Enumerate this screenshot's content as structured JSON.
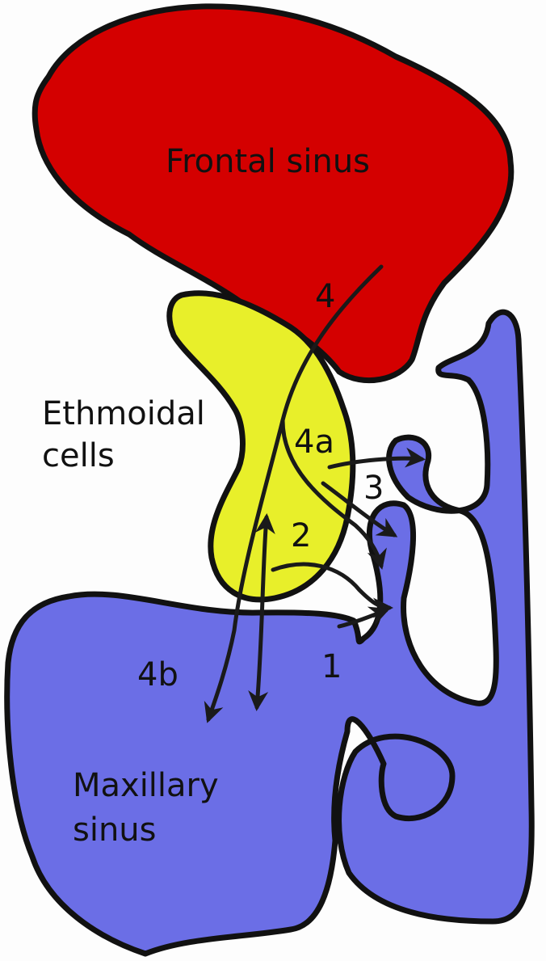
{
  "colors": {
    "frontal": "#d40000",
    "ethmoid": "#e8ef2a",
    "maxillary": "#6b6ee6",
    "outline": "#111111",
    "background": "#fdfdfd"
  },
  "regions": {
    "frontal": "Frontal sinus",
    "ethmoid_line1": "Ethmoidal",
    "ethmoid_line2": "cells",
    "maxillary_line1": "Maxillary",
    "maxillary_line2": "sinus"
  },
  "pathways": {
    "p1": "1",
    "p2": "2",
    "p3": "3",
    "p4": "4",
    "p4a": "4a",
    "p4b": "4b"
  }
}
